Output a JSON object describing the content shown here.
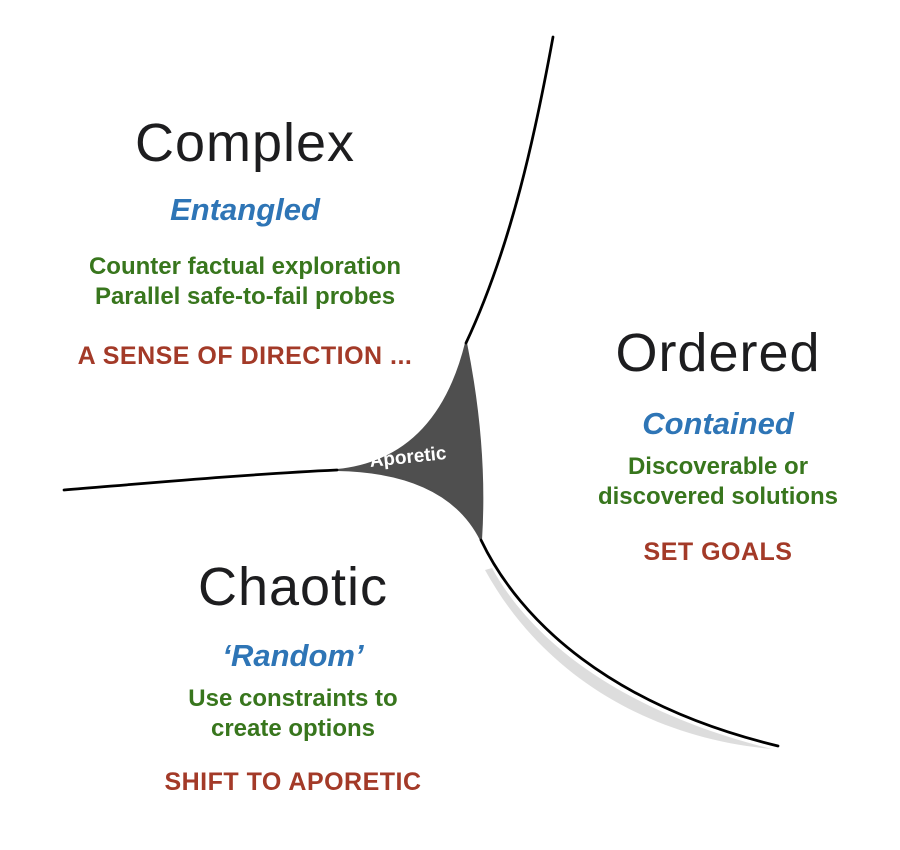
{
  "colors": {
    "heading": "#1d1d1f",
    "subtitle_blue": "#2e75b6",
    "body_green": "#38761d",
    "action_red": "#a33a28",
    "center_fill": "#4f4f4f",
    "curve_stroke": "#000000",
    "shadow_gray": "#d9d9d9",
    "background": "#ffffff"
  },
  "center": {
    "label": "Aporetic"
  },
  "domains": {
    "complex": {
      "title": "Complex",
      "subtitle": "Entangled",
      "line1": "Counter factual exploration",
      "line2": "Parallel safe-to-fail probes",
      "action": "A SENSE OF DIRECTION ..."
    },
    "ordered": {
      "title": "Ordered",
      "subtitle": "Contained",
      "line1": "Discoverable or",
      "line2": "discovered solutions",
      "action": "SET GOALS"
    },
    "chaotic": {
      "title": "Chaotic",
      "subtitle": "‘Random’",
      "line1": "Use constraints to",
      "line2": "create options",
      "action": "SHIFT TO APORETIC"
    }
  }
}
